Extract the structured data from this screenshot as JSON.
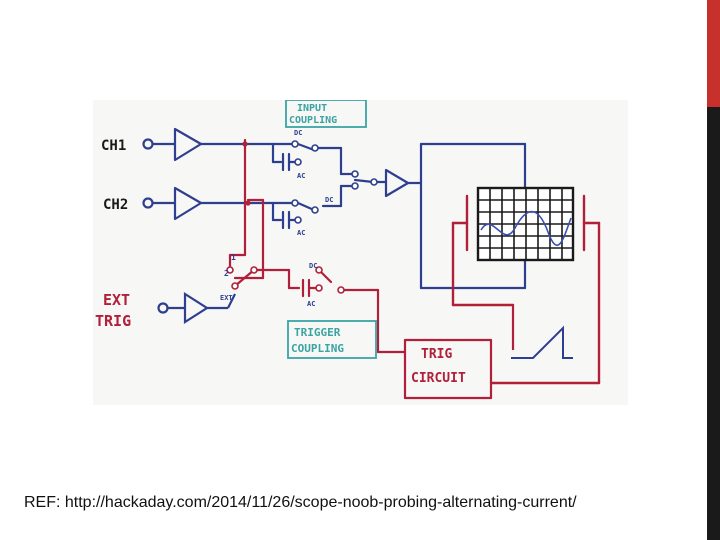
{
  "slide": {
    "reference": "REF: http://hackaday.com/2014/11/26/scope-noob-probing-alternating-current/"
  },
  "diagram": {
    "ch1": "CH1",
    "ch2": "CH2",
    "ext_trig_line1": "EXT",
    "ext_trig_line2": "TRIG",
    "input_coupling_line1": "INPUT",
    "input_coupling_line2": "COUPLING",
    "trigger_coupling_line1": "TRIGGER",
    "trigger_coupling_line2": "COUPLING",
    "trig_circuit_line1": "TRIG",
    "trig_circuit_line2": "CIRCUIT",
    "dc": "DC",
    "ac": "AC",
    "ext_switch": "EXT",
    "switch_pos1": "1",
    "switch_pos2": "2",
    "colors": {
      "blue": "#2e3f8f",
      "red": "#b0203a",
      "teal": "#3aa4a4",
      "black": "#1a1a1a"
    }
  }
}
